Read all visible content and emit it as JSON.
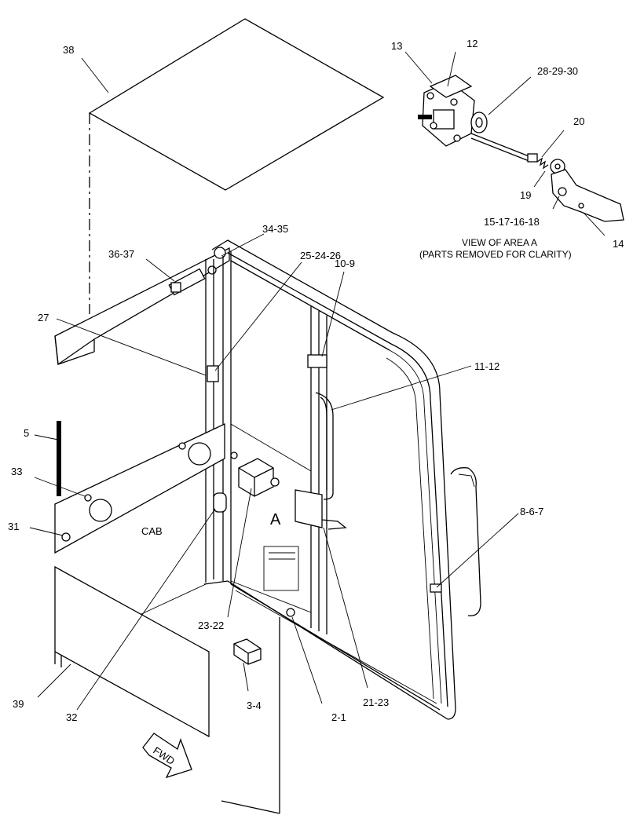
{
  "callouts": {
    "c38": "38",
    "c13": "13",
    "c12": "12",
    "c28_29_30": "28-29-30",
    "c20": "20",
    "c19": "19",
    "c15_17_16_18": "15-17-16-18",
    "c14": "14",
    "c34_35": "34-35",
    "c36_37": "36-37",
    "c25_24_26": "25-24-26",
    "c10_9": "10-9",
    "c27": "27",
    "c11_12": "11-12",
    "c5": "5",
    "c33": "33",
    "c31": "31",
    "c8_6_7": "8-6-7",
    "c23_22": "23-22",
    "c2_1": "2-1",
    "c21_23": "21-23",
    "c3_4": "3-4",
    "c39": "39",
    "c32": "32"
  },
  "labels": {
    "view_line1": "VIEW OF AREA A",
    "view_line2": "(PARTS REMOVED FOR CLARITY)",
    "area_marker": "A",
    "cab": "CAB",
    "fwd": "FWD"
  }
}
